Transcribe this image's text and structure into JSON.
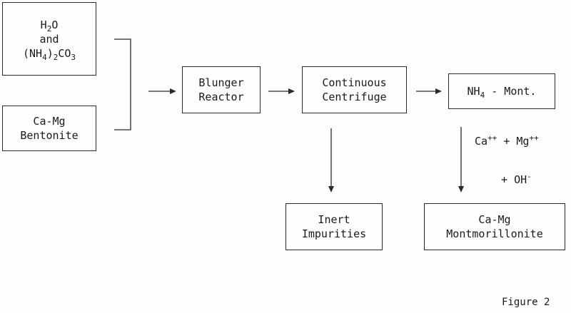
{
  "boxes": {
    "feed_water": {
      "h2o_base": "H",
      "h2o_sub": "2",
      "h2o_tail": "O",
      "and": "and",
      "carb_open": "(NH",
      "carb_sub1": "4",
      "carb_close": ")",
      "carb_sub2": "2",
      "carb_co": "CO",
      "carb_sub3": "3"
    },
    "bentonite": {
      "line1": "Ca-Mg",
      "line2": "Bentonite"
    },
    "blunger": {
      "line1": "Blunger",
      "line2": "Reactor"
    },
    "centrifuge": {
      "line1": "Continuous",
      "line2": "Centrifuge"
    },
    "nh4_mont": {
      "base": "NH",
      "sub": "4",
      "tail": " - Mont."
    },
    "inert": {
      "line1": "Inert",
      "line2": "Impurities"
    },
    "product": {
      "line1": "Ca-Mg",
      "line2": "Montmorillonite"
    }
  },
  "reagents": {
    "ca": "Ca",
    "ca_charge": "++",
    "plus1": " + ",
    "mg": "Mg",
    "mg_charge": "++",
    "plus2": "+ ",
    "oh": "OH",
    "oh_charge": "-"
  },
  "figure_caption": "Figure 2"
}
